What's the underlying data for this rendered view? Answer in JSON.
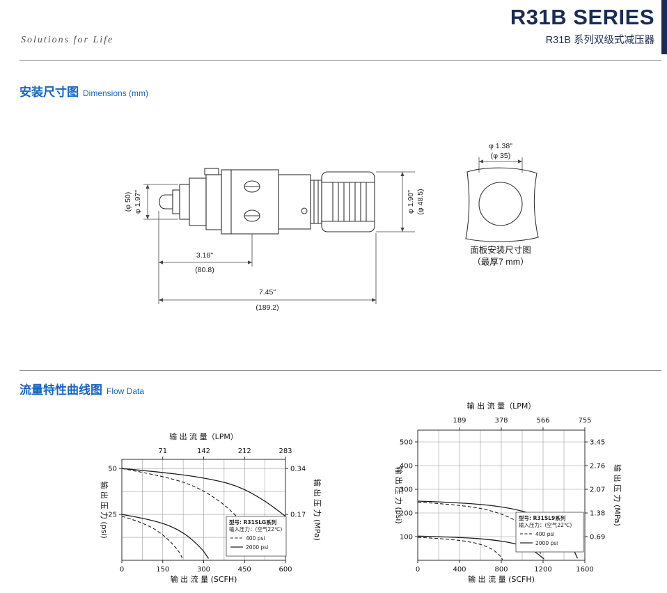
{
  "header": {
    "tagline": "Solutions  for  Life",
    "series_title": "R31B SERIES",
    "series_subtitle": "R31B 系列双级式减压器"
  },
  "sections": {
    "dimensions": {
      "title_zh": "安装尺寸图",
      "title_en": "Dimensions (mm)"
    },
    "flow": {
      "title_zh": "流量特性曲线图",
      "title_en": "Flow Data"
    }
  },
  "drawing": {
    "dia_left_mm": "(φ 50)",
    "dia_left_in": "φ 1.97\"",
    "dia_right_in": "φ 1.90\"",
    "dia_right_mm": "(φ 48.5)",
    "len_body_in": "3.18\"",
    "len_body_mm": "(80.8)",
    "len_total_in": "7.45\"",
    "len_total_mm": "(189.2)",
    "panel_dia_in": "φ 1.38\"",
    "panel_dia_mm": "(φ 35)",
    "panel_caption_line1": "面板安装尺寸图",
    "panel_caption_line2": "（最厚7 mm）"
  },
  "chart_data": [
    {
      "type": "line",
      "title_top": "输 出 流 量（LPM）",
      "xlabel_bottom": "输 出 流 量 (SCFH)",
      "ylabel_left": "输 出 压 力 (psi)",
      "ylabel_right": "输 出 压 力 (MPa)",
      "xlim": [
        0,
        600
      ],
      "ylim": [
        0,
        55
      ],
      "x_grid_step": 75,
      "y_grid_step": 12.5,
      "x_ticks_bottom": [
        0,
        150,
        300,
        450,
        600
      ],
      "x_ticks_top": {
        "values": [
          150,
          300,
          450,
          600
        ],
        "labels": [
          "71",
          "142",
          "212",
          "283"
        ]
      },
      "y_ticks_left": {
        "values": [
          25,
          50
        ],
        "labels": [
          "25",
          "50"
        ]
      },
      "y_ticks_right": {
        "values": [
          25,
          50
        ],
        "labels": [
          "0.17",
          "0.34"
        ]
      },
      "legend": {
        "model": "型号: R31SLG系列",
        "input": "输入压力：(空气22℃)",
        "dashed_label": "400 psi",
        "solid_label": "2000 psi"
      },
      "series": [
        {
          "name": "2000 psi, 50 psi setting",
          "style": "solid",
          "points": [
            [
              0,
              50
            ],
            [
              150,
              48
            ],
            [
              300,
              45
            ],
            [
              420,
              41
            ],
            [
              520,
              33
            ],
            [
              600,
              24
            ]
          ]
        },
        {
          "name": "400 psi, 50 psi setting",
          "style": "dashed",
          "points": [
            [
              0,
              50
            ],
            [
              150,
              46
            ],
            [
              280,
              40
            ],
            [
              400,
              28
            ],
            [
              500,
              10
            ],
            [
              530,
              3
            ]
          ]
        },
        {
          "name": "2000 psi, 25 psi setting",
          "style": "solid",
          "points": [
            [
              0,
              25
            ],
            [
              120,
              22
            ],
            [
              220,
              16
            ],
            [
              290,
              7
            ],
            [
              318,
              1
            ]
          ]
        },
        {
          "name": "400 psi, 25 psi setting",
          "style": "dashed",
          "points": [
            [
              0,
              24
            ],
            [
              90,
              20
            ],
            [
              160,
              13
            ],
            [
              210,
              5
            ],
            [
              225,
              0
            ]
          ]
        }
      ]
    },
    {
      "type": "line",
      "title_top": "输 出 流 量（LPM）",
      "xlabel_bottom": "输 出 流 量 (SCFH)",
      "ylabel_left": "输 出 压 力 (psi)",
      "ylabel_right": "输 出 压 力 (MPa)",
      "xlim": [
        0,
        1600
      ],
      "ylim": [
        0,
        550
      ],
      "x_grid_step": 200,
      "y_grid_step": 100,
      "x_ticks_bottom": [
        0,
        400,
        800,
        1200,
        1600
      ],
      "x_ticks_top": {
        "values": [
          400,
          800,
          1200,
          1600
        ],
        "labels": [
          "189",
          "378",
          "566",
          "755"
        ]
      },
      "y_ticks_left": {
        "values": [
          100,
          200,
          300,
          400,
          500
        ],
        "labels": [
          "100",
          "200",
          "300",
          "400",
          "500"
        ]
      },
      "y_ticks_right": {
        "values": [
          100,
          200,
          300,
          400,
          500
        ],
        "labels": [
          "0.69",
          "1.38",
          "2.07",
          "2.76",
          "3.45"
        ]
      },
      "legend": {
        "model": "型号: R31SL9系列",
        "input": "输入压力：(空气22℃)",
        "dashed_label": "400 psi",
        "solid_label": "2000 psi"
      },
      "series": [
        {
          "name": "2000 psi, 250 psi setting",
          "style": "solid",
          "points": [
            [
              0,
              250
            ],
            [
              400,
              244
            ],
            [
              800,
              228
            ],
            [
              1100,
              198
            ],
            [
              1300,
              155
            ],
            [
              1450,
              85
            ],
            [
              1530,
              8
            ]
          ]
        },
        {
          "name": "400 psi, 250 psi setting",
          "style": "dashed",
          "points": [
            [
              0,
              246
            ],
            [
              400,
              234
            ],
            [
              700,
              212
            ],
            [
              950,
              170
            ],
            [
              1100,
              105
            ],
            [
              1185,
              20
            ]
          ]
        },
        {
          "name": "2000 psi, 100 psi setting",
          "style": "solid",
          "points": [
            [
              0,
              102
            ],
            [
              400,
              97
            ],
            [
              700,
              88
            ],
            [
              950,
              70
            ],
            [
              1100,
              45
            ],
            [
              1210,
              5
            ]
          ]
        },
        {
          "name": "400 psi, 100 psi setting",
          "style": "dashed",
          "points": [
            [
              0,
              97
            ],
            [
              300,
              90
            ],
            [
              550,
              75
            ],
            [
              700,
              52
            ],
            [
              790,
              20
            ],
            [
              812,
              2
            ]
          ]
        }
      ]
    }
  ]
}
